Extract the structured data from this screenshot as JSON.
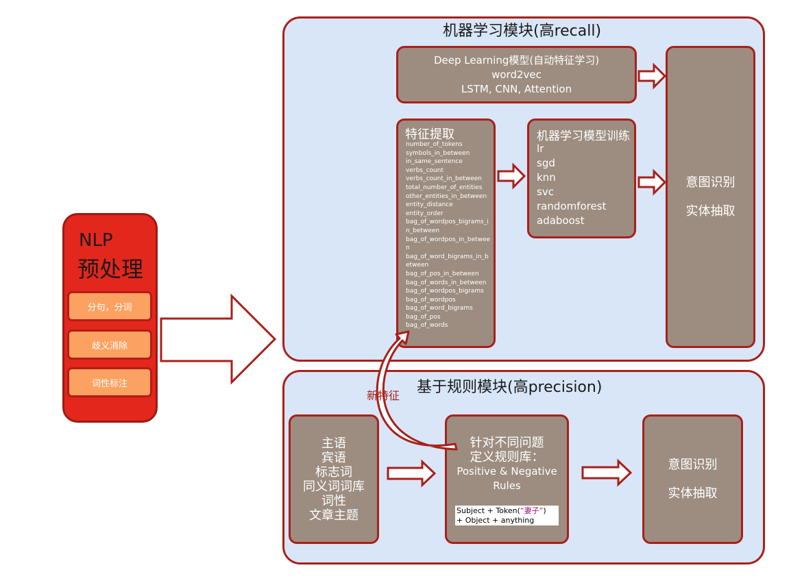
{
  "nlp": {
    "title_line1": "NLP",
    "title_line2": "预处理",
    "items": [
      "分句，分词",
      "歧义消除",
      "词性标注"
    ]
  },
  "ml_module": {
    "title": "机器学习模块(高recall)",
    "deep_learning": {
      "lines": [
        "Deep Learning模型(自动特征学习)",
        "word2vec",
        "LSTM, CNN, Attention"
      ]
    },
    "features": {
      "title": "特征提取",
      "items": [
        "number_of_tokens",
        "symbols_in_between",
        "in_same_sentence",
        "verbs_count",
        "verbs_count_in_between",
        "total_number_of_entities",
        "other_entities_in_between",
        "entity_distance",
        "entity_order",
        "bag_of_wordpos_bigrams_in_between",
        "bag_of_wordpos_in_between",
        "bag_of_word_bigrams_in_between",
        "bag_of_pos_in_between",
        "bag_of_words_in_between",
        "bag_of_wordpos_bigrams",
        "bag_of_wordpos",
        "bag_of_word_bigrams",
        "bag_of_pos",
        "bag_of_words"
      ]
    },
    "training": {
      "title": "机器学习模型训练",
      "items": [
        "lr",
        "sgd",
        "knn",
        "svc",
        "randomforest",
        "adaboost"
      ]
    },
    "output": [
      "意图识别",
      "实体抽取"
    ]
  },
  "rule_module": {
    "title": "基于规则模块(高precision)",
    "inputs": [
      "主语",
      "宾语",
      "标志词",
      "同义词词库",
      "词性",
      "文章主题"
    ],
    "rule_lib": {
      "line1": "针对不同问题",
      "line2": "定义规则库：",
      "line3": "Positive & Negative",
      "line4": "Rules"
    },
    "example": {
      "part1": "Subject  +  Token(",
      "quoted": "“妻子”",
      "part2": ")",
      "line2": "+  Object  +  anything"
    },
    "output": [
      "意图识别",
      "实体抽取"
    ]
  },
  "new_feature_label": "新特征",
  "colors": {
    "nlp_red": "#e3271d",
    "nlp_item": "#fba262",
    "module_bg": "#d8e6f8",
    "border_red": "#a8201a",
    "box_grey": "#9c8d80"
  }
}
